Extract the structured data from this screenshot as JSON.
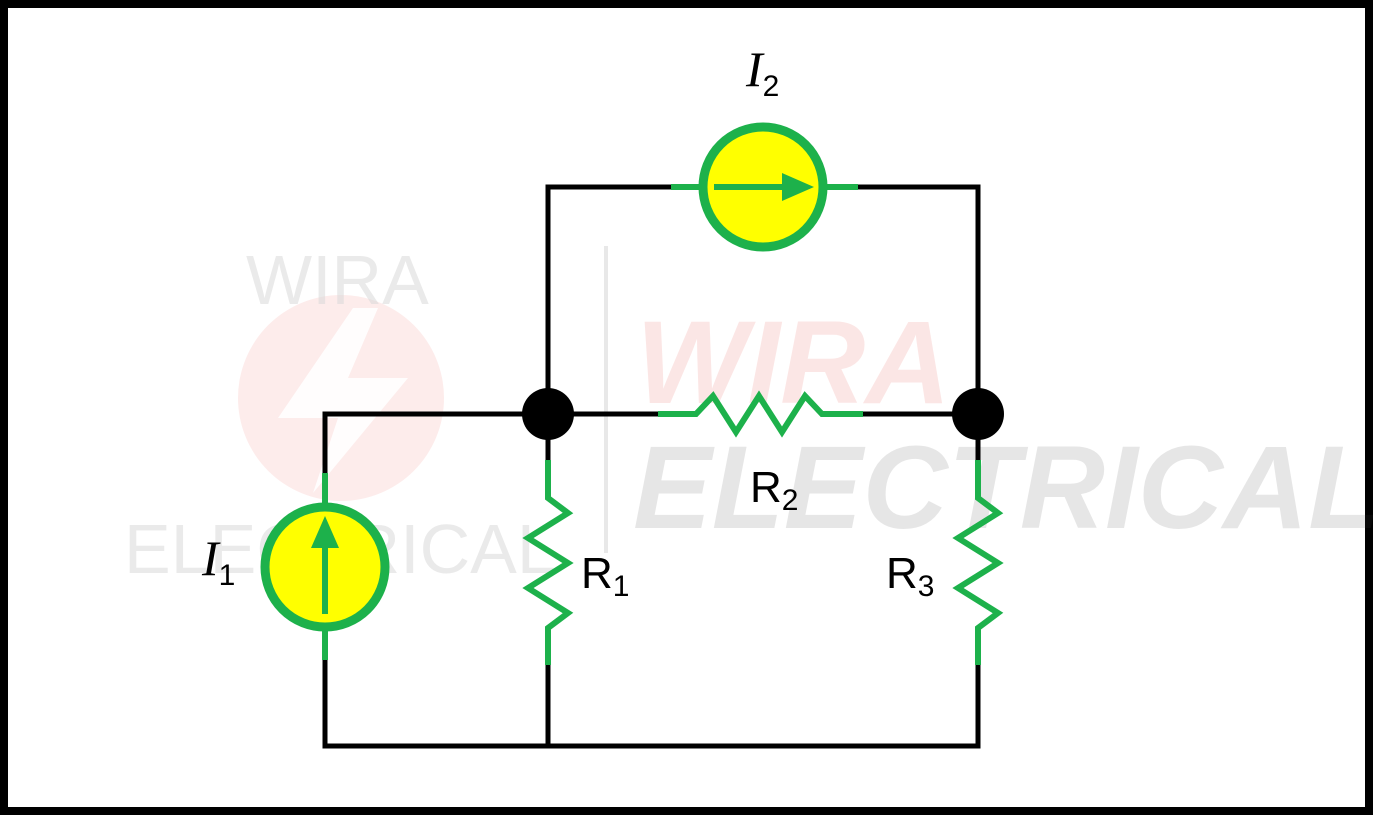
{
  "watermark": {
    "logo_top": "WIRA",
    "logo_bottom": "ELECTRICAL",
    "big_top": "WIRA",
    "big_bottom": "ELECTRICAL"
  },
  "components": {
    "source_1": {
      "symbol": "I",
      "subscript": "1"
    },
    "source_2": {
      "symbol": "I",
      "subscript": "2"
    },
    "resistor_1": {
      "symbol": "R",
      "subscript": "1"
    },
    "resistor_2": {
      "symbol": "R",
      "subscript": "2"
    },
    "resistor_3": {
      "symbol": "R",
      "subscript": "3"
    }
  },
  "colors": {
    "wire": "#000000",
    "component": "#1db14b",
    "source_fill": "#ffff00",
    "node": "#000000",
    "watermark_red": "#e8453c"
  }
}
